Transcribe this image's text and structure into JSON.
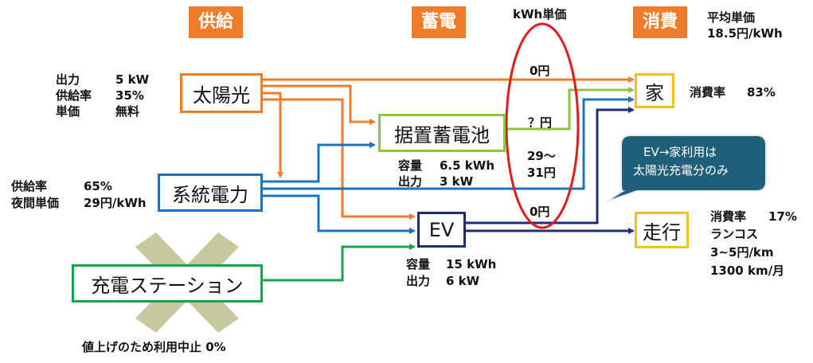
{
  "headers": {
    "supply": "供給",
    "storage": "蓄電",
    "consumption": "消費",
    "kwh_price_title": "kWh単価"
  },
  "nodes": {
    "solar": "太陽光",
    "grid": "系統電力",
    "station": "充電ステーション",
    "battery": "据置蓄電池",
    "ev": "EV",
    "home": "家",
    "drive": "走行"
  },
  "solar_info": {
    "output_label": "出力",
    "output_value": "5 kW",
    "supply_rate_label": "供給率",
    "supply_rate_value": "35%",
    "unit_price_label": "単価",
    "unit_price_value": "無料"
  },
  "grid_info": {
    "supply_rate_label": "供給率",
    "supply_rate_value": "65%",
    "night_price_label": "夜間単価",
    "night_price_value": "29円/kWh"
  },
  "battery_info": {
    "capacity_label": "容量",
    "capacity_value": "6.5 kWh",
    "output_label": "出力",
    "output_value": "3 kW"
  },
  "ev_info": {
    "capacity_label": "容量",
    "capacity_value": "15 kWh",
    "output_label": "出力",
    "output_value": "6 kW"
  },
  "prices": {
    "solar": "0円",
    "battery": "？円",
    "grid_line1": "29～",
    "grid_line2": "31円",
    "ev": "0円"
  },
  "average_price": {
    "label": "平均単価",
    "value": "18.5円/kWh"
  },
  "home_info": {
    "label": "消費率",
    "value": "83%"
  },
  "drive_info": {
    "rate_label": "消費率",
    "rate_value": "17%",
    "running_cost_label": "ランコス",
    "running_cost_value": "3~5円/km",
    "distance": "1300 km/月"
  },
  "callout": {
    "line1": "EV→家利用は",
    "line2": "太陽光充電分のみ"
  },
  "station_note": "値上げのため利用中止 0%",
  "colors": {
    "header": "#f07c2a",
    "solar": "#f07c2a",
    "grid": "#1b72c0",
    "station": "#1aa24a",
    "battery_green": "#8cc63f",
    "ev": "#1f2e6e",
    "home": "#f7c11b",
    "ellipse": "#e41b1b",
    "callout": "#1f5f7a",
    "cross": "#b3b780"
  }
}
